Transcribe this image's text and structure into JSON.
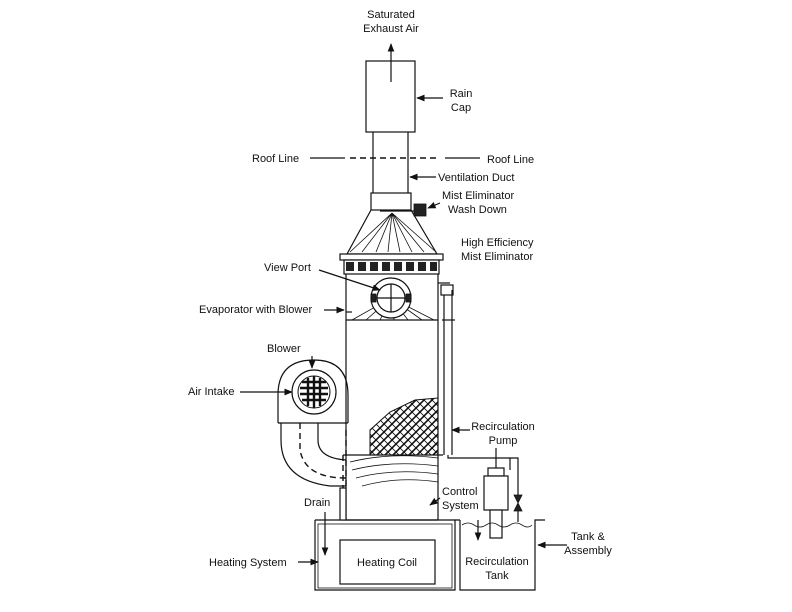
{
  "labels": {
    "saturated_exhaust": [
      "Saturated",
      "Exhaust Air"
    ],
    "rain_cap": [
      "Rain",
      "Cap"
    ],
    "roof_line_left": "Roof Line",
    "roof_line_right": "Roof Line",
    "ventilation_duct": "Ventilation Duct",
    "mist_washdown": [
      "Mist Eliminator",
      "Wash Down"
    ],
    "high_eff": [
      "High Efficiency",
      "Mist Eliminator"
    ],
    "view_port": "View Port",
    "evaporator": "Evaporator with Blower",
    "blower": "Blower",
    "air_intake": "Air Intake",
    "recirc_pump": [
      "Recirculation",
      "Pump"
    ],
    "control_system": [
      "Control",
      "System"
    ],
    "drain": "Drain",
    "tank_assembly": [
      "Tank &",
      "Assembly"
    ],
    "heating_system": "Heating System",
    "heating_coil": "Heating Coil",
    "recirc_tank": [
      "Recirculation",
      "Tank"
    ]
  }
}
